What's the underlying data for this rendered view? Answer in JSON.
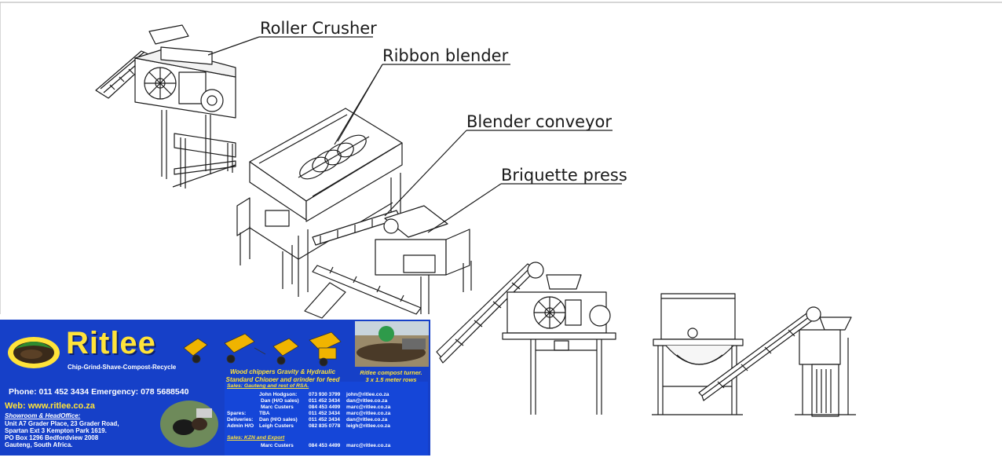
{
  "callouts": {
    "roller_crusher": "Roller Crusher",
    "ribbon_blender": "Ribbon blender",
    "blender_conveyor": "Blender conveyor",
    "briquette_press": "Briquette press"
  },
  "banner": {
    "brand": "Ritlee",
    "tagline": "Chip-Grind-Shave-Compost-Recycle",
    "phone_line": "Phone: 011 452 3434 Emergency: 078 5688540",
    "web_line": "Web: www.ritlee.co.za",
    "showroom_label": "Showroom & HeadOffice:",
    "address": [
      "Unit A7 Grader Place, 23 Grader Road,",
      "Spartan Ext 3 Kempton Park 1619.",
      "PO Box 1296 Bedfordview 2008",
      "Gauteng, South Africa."
    ],
    "chipper_caption": [
      "Wood chippers Gravity & Hydraulic",
      "Standard Chipper and grinder for feed"
    ],
    "turner_caption": [
      "Ritlee compost turner.",
      "3 x 1.5 meter rows"
    ],
    "sales_gauteng_heading": "Sales: Gauteng and rest of RSA.",
    "contacts": [
      {
        "role": "",
        "name": "John Hodgson:",
        "phone": "073 930 3799",
        "email": "john@ritlee.co.za"
      },
      {
        "role": "",
        "name": "Dan (H/O sales)",
        "phone": "011 452 3434",
        "email": "dan@ritlee.co.za"
      },
      {
        "role": "",
        "name": "Marc Custers",
        "phone": "084 453 4499",
        "email": "marc@ritlee.co.za"
      },
      {
        "role": "Spares:",
        "name": "TBA",
        "phone": "011 452 3434",
        "email": "marc@ritlee.co.za"
      },
      {
        "role": "Deliveries:",
        "name": "Dan (H/O sales)",
        "phone": "011 452 3434",
        "email": "dan@ritlee.co.za"
      },
      {
        "role": "Admin H/O",
        "name": "Leigh Custers",
        "phone": "082 835 0778",
        "email": "leigh@ritlee.co.za"
      }
    ],
    "sales_kzn_heading": "Sales: KZN and Export",
    "kzn_contact": {
      "role": "",
      "name": "Marc Custers",
      "phone": "084 453 4499",
      "email": "marc@ritlee.co.za"
    }
  },
  "colors": {
    "banner_blue": "#1640c8",
    "brand_yellow": "#ffe33a",
    "line": "#1a1a1a"
  }
}
